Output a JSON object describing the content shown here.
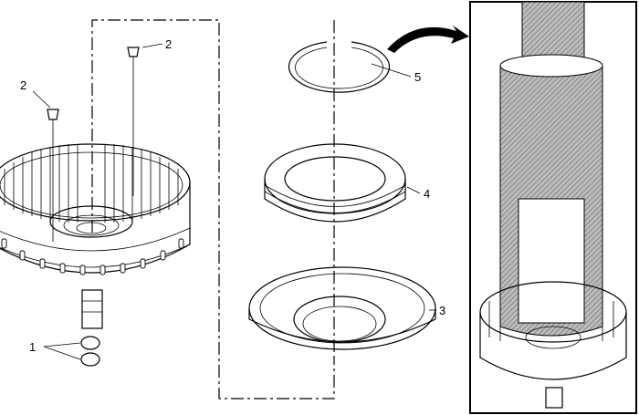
{
  "diagram": {
    "callouts": [
      {
        "id": "c1",
        "label": "1"
      },
      {
        "id": "c2a",
        "label": "2"
      },
      {
        "id": "c2b",
        "label": "2"
      },
      {
        "id": "c3",
        "label": "3"
      },
      {
        "id": "c4",
        "label": "4"
      },
      {
        "id": "c5",
        "label": "5"
      }
    ]
  },
  "colors": {
    "ink": "#000000",
    "paper": "#ffffff",
    "hatch": "#8a8a8a"
  }
}
